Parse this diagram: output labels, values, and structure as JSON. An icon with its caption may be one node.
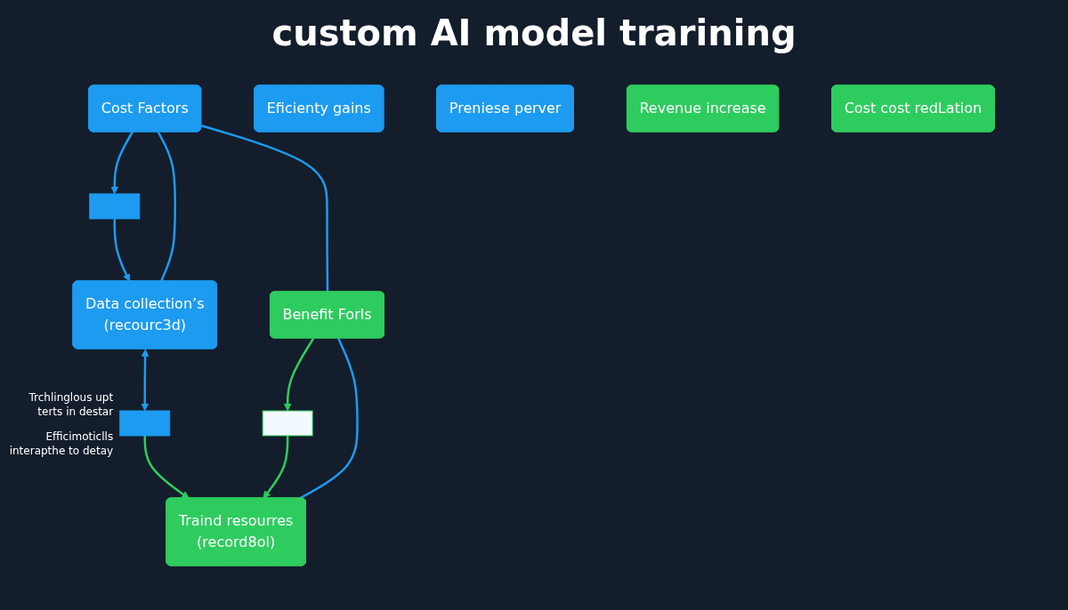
{
  "diagram": {
    "title": "custom AI model trarining",
    "nodes": [
      {
        "text": [
          "Cost Factors"
        ]
      },
      {
        "text": [],
        "shape": "box"
      },
      {
        "text": [
          "Data collection’s",
          "(recourc3d)"
        ]
      },
      {
        "text": [],
        "shape": "box",
        "beside": [
          "Trchlinglous upt terts in destar",
          "Efficimoticlls interapthe to detay"
        ]
      },
      {
        "text": [
          "Benefit Forls"
        ]
      },
      {
        "text": [],
        "shape": "box"
      },
      {
        "text": [
          "Traind resourres",
          "(record8ol)"
        ]
      },
      {
        "text": [
          "Eficienty gains"
        ]
      },
      {
        "text": [
          "Preniese perver"
        ]
      },
      {
        "text": [
          "Revenue increase"
        ]
      },
      {
        "text": [
          "Cost cost redLation"
        ]
      }
    ],
    "edges": [
      {
        "from": 0,
        "to": 1,
        "arrow": "to"
      },
      {
        "from": 1,
        "to": 2,
        "arrow": "to"
      },
      {
        "from": 2,
        "to": 3,
        "arrow": "both"
      },
      {
        "from": 3,
        "to": 6,
        "arrow": "to",
        "color": "#2ecc5f"
      },
      {
        "from": 4,
        "to": 5,
        "arrow": "to",
        "color": "#2ecc5f"
      },
      {
        "from": 5,
        "to": 6,
        "arrow": "to",
        "color": "#2ecc5f"
      },
      {
        "from": 0,
        "to": 4,
        "arrow": "none"
      },
      {
        "from": 0,
        "to": 2,
        "arrow": "none"
      },
      {
        "from": 4,
        "to": 6,
        "arrow": "none"
      }
    ]
  }
}
